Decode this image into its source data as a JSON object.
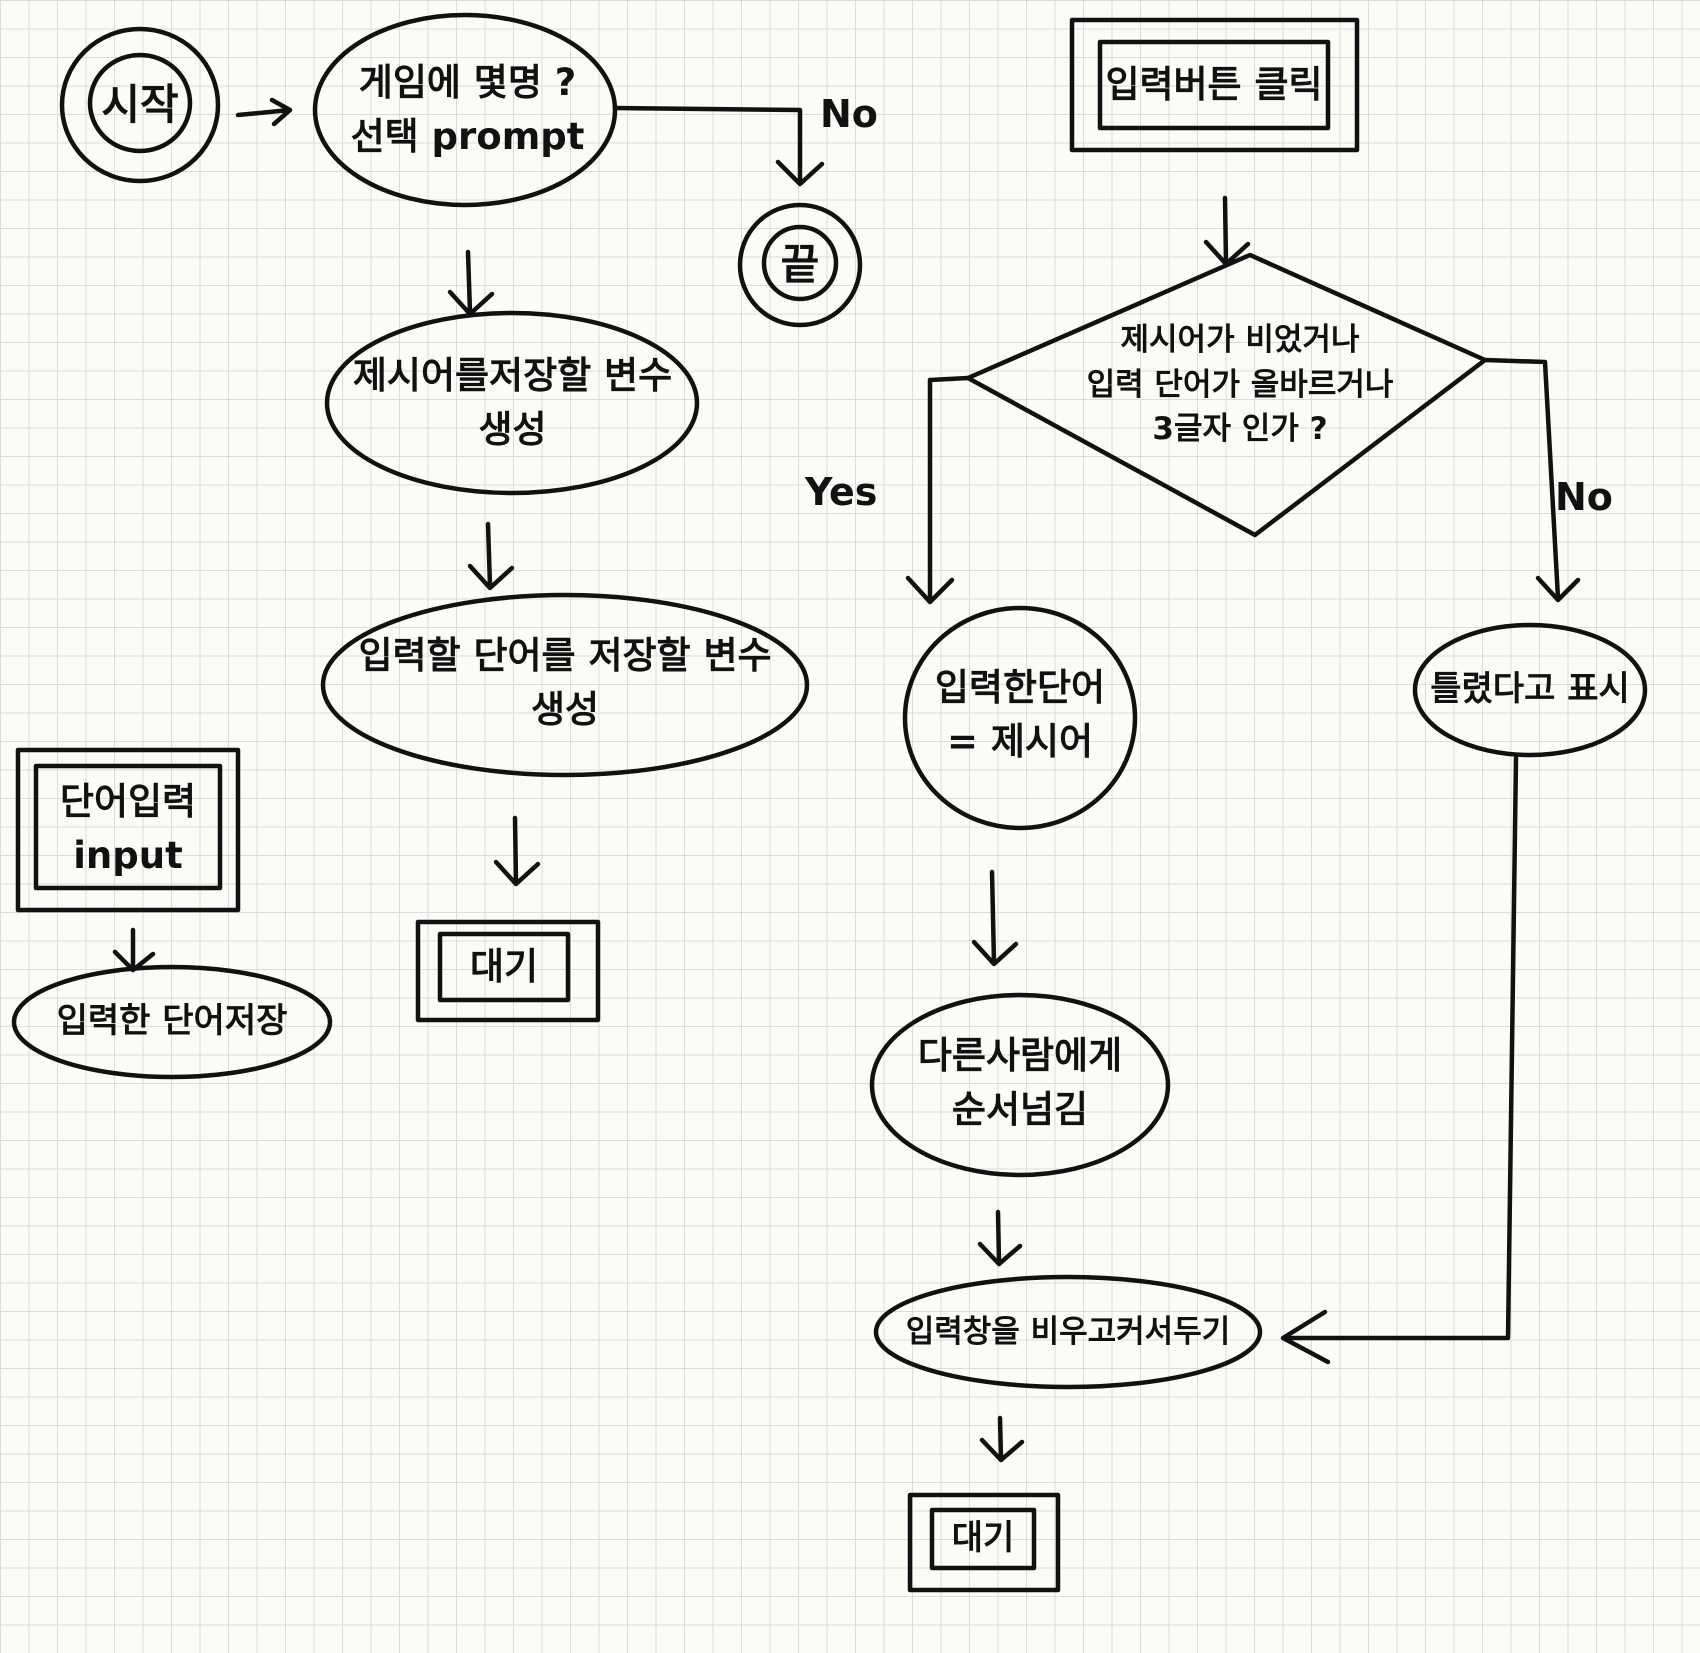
{
  "nodes": {
    "start": {
      "text": "시작"
    },
    "prompt": {
      "line1": "게임에 몇명 ?",
      "line2": "선택 prompt"
    },
    "end": {
      "text": "끝"
    },
    "var_word": {
      "line1": "제시어를저장할 변수",
      "line2": "생성"
    },
    "var_input": {
      "line1": "입력할 단어를 저장할 변수",
      "line2": "생성"
    },
    "wait1": {
      "text": "대기"
    },
    "word_input": {
      "line1": "단어입력",
      "line2": "input"
    },
    "save_input": {
      "text": "입력한 단어저장"
    },
    "click_btn": {
      "text": "입력버튼 클릭"
    },
    "decision": {
      "line1": "제시어가 비었거나",
      "line2": "입력 단어가 올바르거나",
      "line3": "3글자 인가 ?"
    },
    "assign": {
      "line1": "입력한단어",
      "line2": "= 제시어"
    },
    "wrong": {
      "text": "틀렸다고 표시"
    },
    "next_turn": {
      "line1": "다른사람에게",
      "line2": "순서넘김"
    },
    "clear": {
      "text": "입력창을 비우고커서두기"
    },
    "wait2": {
      "text": "대기"
    }
  },
  "edges": {
    "no_top": "No",
    "yes": "Yes",
    "no_right": "No"
  }
}
